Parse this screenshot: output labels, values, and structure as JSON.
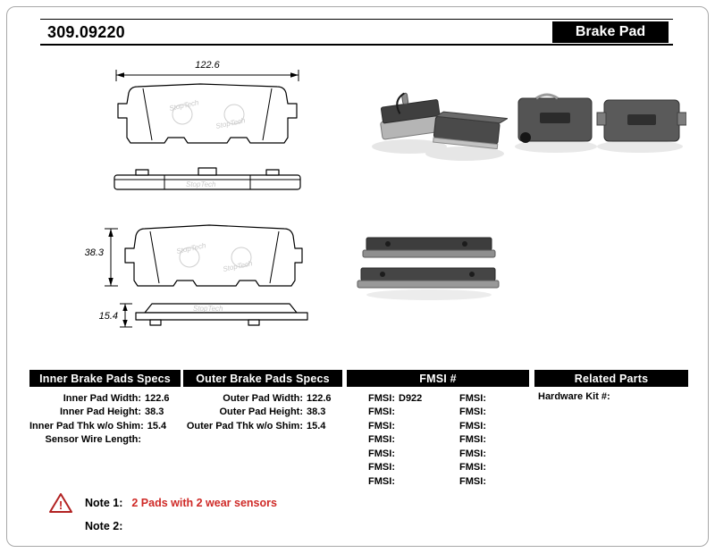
{
  "header": {
    "part_number": "309.09220",
    "product_name": "Brake Pad"
  },
  "drawings": {
    "width_dim": "122.6",
    "height_dim": "38.3",
    "thickness_dim": "15.4",
    "watermark": "StopTech"
  },
  "specs": {
    "inner": {
      "header": "Inner Brake Pads Specs",
      "rows": [
        {
          "label": "Inner Pad Width:",
          "value": "122.6"
        },
        {
          "label": "Inner Pad Height:",
          "value": "38.3"
        },
        {
          "label": "Inner Pad Thk w/o Shim:",
          "value": "15.4"
        },
        {
          "label": "Sensor Wire Length:",
          "value": ""
        }
      ]
    },
    "outer": {
      "header": "Outer Brake Pads Specs",
      "rows": [
        {
          "label": "Outer Pad Width:",
          "value": "122.6"
        },
        {
          "label": "Outer Pad Height:",
          "value": "38.3"
        },
        {
          "label": "Outer Pad Thk w/o Shim:",
          "value": "15.4"
        }
      ]
    },
    "fmsi": {
      "header": "FMSI #",
      "col1": [
        {
          "label": "FMSI:",
          "value": "D922"
        },
        {
          "label": "FMSI:",
          "value": ""
        },
        {
          "label": "FMSI:",
          "value": ""
        },
        {
          "label": "FMSI:",
          "value": ""
        },
        {
          "label": "FMSI:",
          "value": ""
        },
        {
          "label": "FMSI:",
          "value": ""
        },
        {
          "label": "FMSI:",
          "value": ""
        }
      ],
      "col2": [
        {
          "label": "FMSI:",
          "value": ""
        },
        {
          "label": "FMSI:",
          "value": ""
        },
        {
          "label": "FMSI:",
          "value": ""
        },
        {
          "label": "FMSI:",
          "value": ""
        },
        {
          "label": "FMSI:",
          "value": ""
        },
        {
          "label": "FMSI:",
          "value": ""
        },
        {
          "label": "FMSI:",
          "value": ""
        }
      ]
    },
    "related": {
      "header": "Related Parts",
      "rows": [
        {
          "label": "Hardware Kit #:",
          "value": ""
        }
      ]
    }
  },
  "notes": {
    "warning_glyph": "!",
    "note1_label": "Note 1:",
    "note1_text": "2 Pads with 2 wear sensors",
    "note2_label": "Note 2:",
    "note2_text": ""
  },
  "colors": {
    "note_red": "#cf2a27",
    "header_bar": "#000000"
  }
}
